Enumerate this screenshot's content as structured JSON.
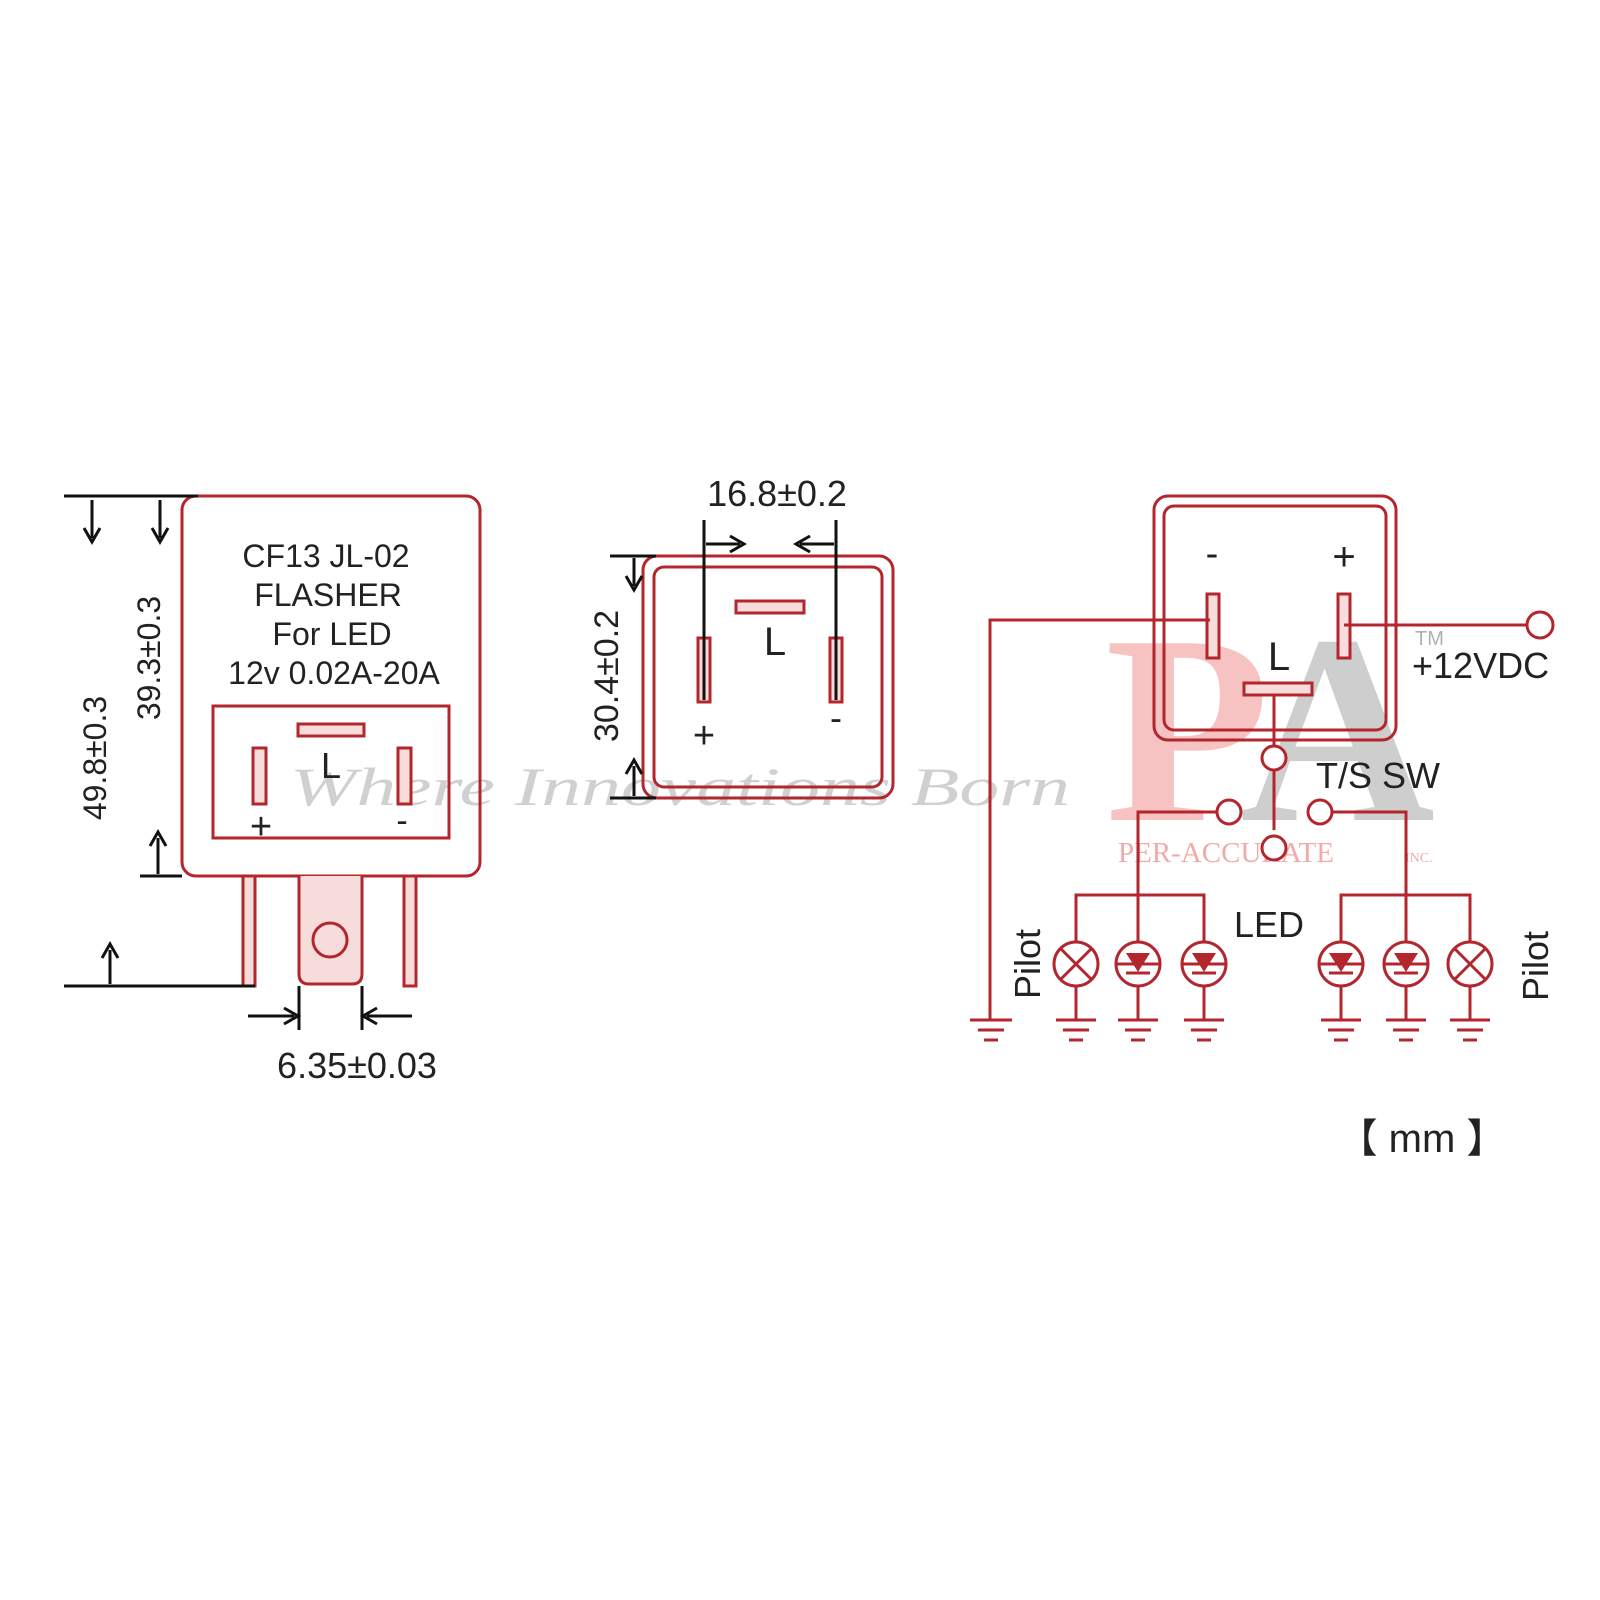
{
  "colors": {
    "diagram_red": "#b3262e",
    "pin_fill": "#f7dcdc",
    "dimension_black": "#111111",
    "watermark_pink": "#f29a9a",
    "watermark_gray": "#bdbdbd"
  },
  "side_view": {
    "label_line1": "CF13 JL-02",
    "label_line2": "FLASHER",
    "label_line3": "For LED",
    "label_line4": "12v 0.02A-20A",
    "pin_center": "L",
    "pin_plus": "+",
    "pin_minus": "-",
    "dim_total_height": "49.8±0.3",
    "dim_body_height": "39.3±0.3",
    "dim_pin_width": "6.35±0.03"
  },
  "bottom_view": {
    "dim_pin_spacing": "16.8±0.2",
    "dim_depth": "30.4±0.2",
    "pin_center": "L",
    "pin_plus": "+",
    "pin_minus": "-"
  },
  "wiring": {
    "pin_minus": "-",
    "pin_plus": "+",
    "pin_center": "L",
    "supply": "+12VDC",
    "switch": "T/S SW",
    "led": "LED",
    "pilot_left": "Pilot",
    "pilot_right": "Pilot"
  },
  "watermark": {
    "slogan": "Where Innovations Born",
    "logo_p": "P",
    "logo_a": "A",
    "trademark": "TM",
    "company": "PER-ACCURATE",
    "company_suffix": "INC."
  },
  "units": "【  mm 】"
}
